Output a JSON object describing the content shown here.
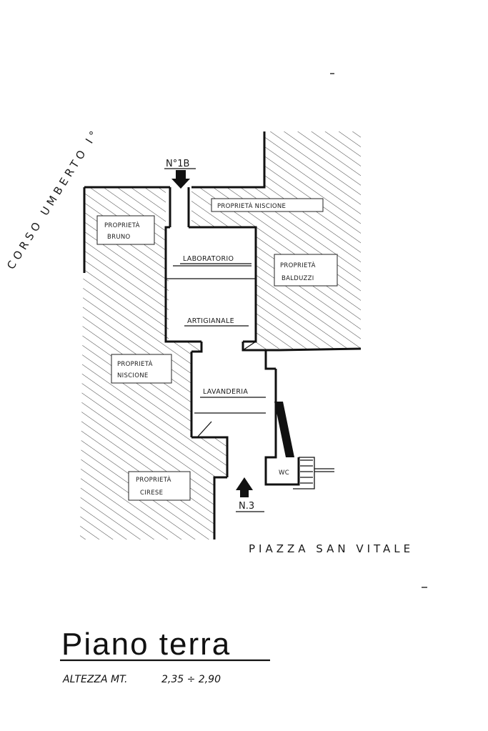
{
  "streets": {
    "corso": "CORSO UMBERTO I°",
    "piazza": "PIAZZA  SAN VITALE"
  },
  "entrances": {
    "north": "N°1B",
    "south": "N.3"
  },
  "properties": {
    "nisciONE_top": [
      "PROPRIETÀ NISCIONE"
    ],
    "bruno": [
      "PROPRIETÀ",
      "BRUNO"
    ],
    "balduzzi": [
      "PROPRIETÀ",
      "BALDUZZI"
    ],
    "niscione_left": [
      "PROPRIETÀ",
      "NISCIONE"
    ],
    "cirese": [
      "PROPRIETÀ",
      "CIRESE"
    ]
  },
  "rooms": {
    "laboratorio": "LABORATORIO",
    "artigianale": "ARTIGIANALE",
    "lavanderia": "LAVANDERIA",
    "wc": "WC"
  },
  "title": {
    "main": "Piano terra",
    "height_label": "ALTEZZA MT.",
    "height_value": "2,35 ÷ 2,90"
  }
}
